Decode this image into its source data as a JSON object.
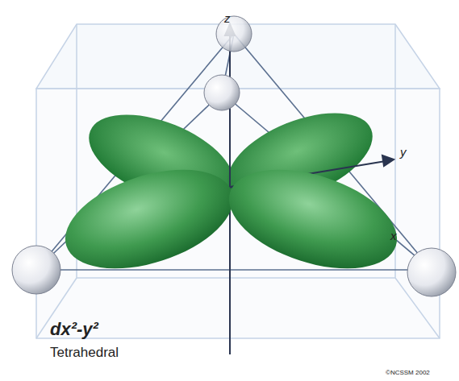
{
  "diagram": {
    "labels": [
      "z",
      "y",
      "x",
      "dx²-y²",
      "Tetrahedral",
      "©NCSSM 2002"
    ]
  }
}
